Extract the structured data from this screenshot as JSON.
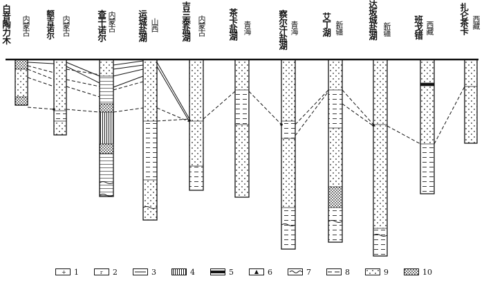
{
  "sites": [
    {
      "name": "白音陶力木",
      "province": "内蒙古"
    },
    {
      "name": "额吉诺尔",
      "province": "内蒙古"
    },
    {
      "name": "查干诺尔",
      "province": "内蒙古"
    },
    {
      "name": "运城盐湖",
      "province": "山西"
    },
    {
      "name": "吉兰泰盐湖",
      "province": "内蒙古"
    },
    {
      "name": "茶卡盐湖",
      "province": "青海"
    },
    {
      "name": "察尔汗盐湖",
      "province": "青海"
    },
    {
      "name": "艾丁湖",
      "province": "新疆"
    },
    {
      "name": "达坂城盐湖",
      "province": "新疆"
    },
    {
      "name": "班戈错",
      "province": "西藏"
    },
    {
      "name": "扎仑茶卡",
      "province": "西藏"
    }
  ],
  "legend": [
    {
      "label": "1",
      "pattern": "dot-cross"
    },
    {
      "label": "2",
      "pattern": "dot-small"
    },
    {
      "label": "3",
      "pattern": "dash-line"
    },
    {
      "label": "4",
      "pattern": "vertical-lines"
    },
    {
      "label": "5",
      "pattern": "solid-bar"
    },
    {
      "label": "6",
      "pattern": "triangle"
    },
    {
      "label": "7",
      "pattern": "wave"
    },
    {
      "label": "8",
      "pattern": "dashes"
    },
    {
      "label": "9",
      "pattern": "dots"
    },
    {
      "label": "10",
      "pattern": "dense-dots"
    }
  ]
}
